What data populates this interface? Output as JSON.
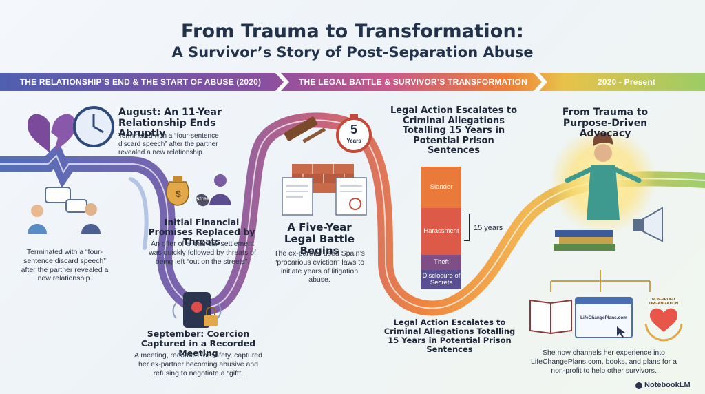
{
  "title": "From Trauma to Transformation:",
  "subtitle": "A Survivor’s Story of Post-Separation Abuse",
  "bands": [
    {
      "label": "THE RELATIONSHIP’S END & THE START OF ABUSE (2020)"
    },
    {
      "label": "THE LEGAL BATTLE & SURVIVOR’S TRANSFORMATION"
    },
    {
      "label": "2020 - Present"
    }
  ],
  "events": {
    "august": {
      "heading": "August: An 11-Year Relationship Ends Abruptly",
      "body": "Terminated with a “four-sentence discard speech” after the partner revealed a new relationship."
    },
    "left_caption": "Terminated with a “four-sentence discard speech” after the partner revealed a new relationship.",
    "financial": {
      "heading": "Initial Financial Promises Replaced by Threats",
      "body": "An offer of a financial settlement was quickly followed by threats of being left “out on the streets”."
    },
    "september": {
      "heading": "September: Coercion Captured in a Recorded Meeting",
      "body": "A meeting, recorded for safety, captured her ex-partner becoming abusive and refusing to negotiate a “gift”."
    },
    "legal": {
      "heading": "A Five-Year Legal Battle Begins",
      "body": "The ex-partner used Spain’s “procarious eviction” laws to initiate years of litigation abuse."
    },
    "escalates_top": {
      "heading": "Legal Action Escalates to Criminal Allegations Totalling 15 Years in Potential Prison Sentences"
    },
    "escalates_bottom": {
      "heading": "Legal Action Escalates to Criminal Allegations Totalling 15 Years in Potential Prison Sentences"
    },
    "advocacy": {
      "heading": "From Trauma to Purpose-Driven Advocacy",
      "body": "She now channels her experience into LifeChangePlans.com, books, and plans for a non-profit to help other survivors."
    }
  },
  "allegations": {
    "segments": [
      {
        "label": "Slander",
        "color": "#ea7a3a"
      },
      {
        "label": "Harassment",
        "color": "#dd5a48"
      },
      {
        "label": "Theft",
        "color": "#7f4e86"
      },
      {
        "label": "Disclosure of Secrets",
        "color": "#5b4f94"
      }
    ],
    "total_label": "15 years"
  },
  "icon_labels": {
    "timer": "5",
    "timer_unit": "Years",
    "bag": "$",
    "street": "street",
    "website": "LifeChangePlans.com",
    "nonprofit": "NON-PROFIT ORGANIZATION"
  },
  "branding": "NotebookLM",
  "colors": {
    "blue": "#4f6fb8",
    "purple": "#8a4fa0",
    "orange": "#ef7f36",
    "green": "#9ccc65"
  }
}
